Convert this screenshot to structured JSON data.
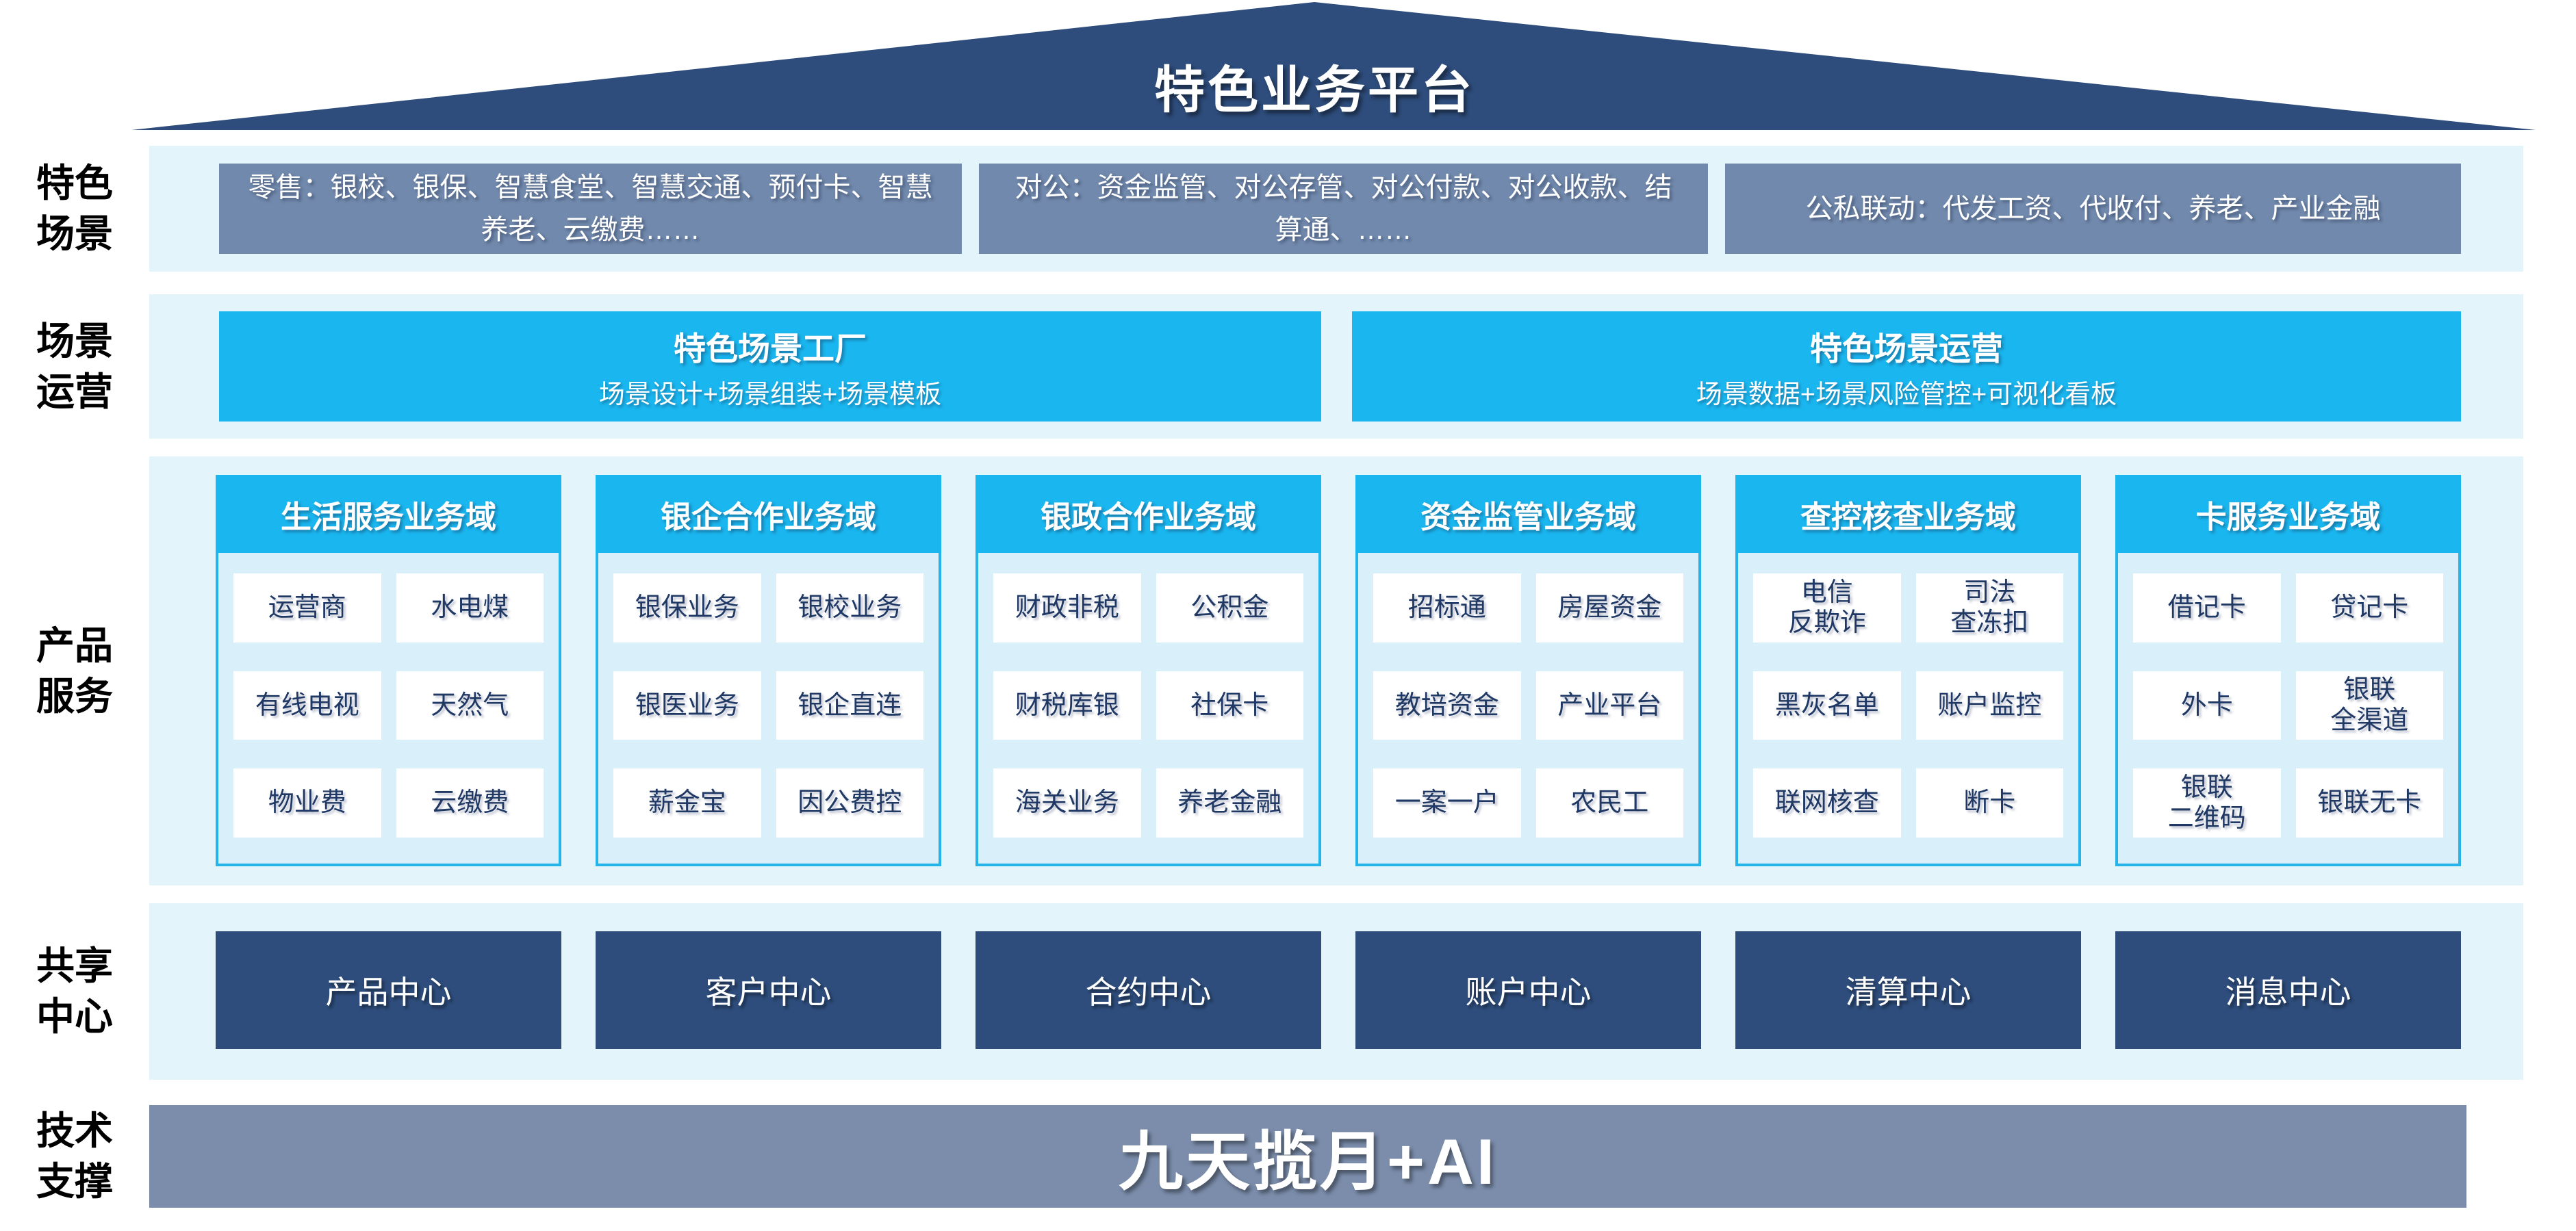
{
  "title": "特色业务平台",
  "colors": {
    "roof": "#2e4d7c",
    "band": "#e3f4fb",
    "cyan": "#1ab6ef",
    "slate_box": "#7189ac",
    "column_body": "#d9effa",
    "center_box": "#2e4d7c",
    "tech_box": "#7b8dab",
    "cell_text": "#1f3864"
  },
  "rows": {
    "scenes": {
      "label": "特色\n场景",
      "boxes": [
        "零售：银校、银保、智慧食堂、智慧交通、预付卡、智慧养老、云缴费……",
        "对公：资金监管、对公存管、对公付款、对公收款、结算通、……",
        "公私联动：代发工资、代收付、养老、产业金融"
      ]
    },
    "operations": {
      "label": "场景\n运营",
      "boxes": [
        {
          "title": "特色场景工厂",
          "subtitle": "场景设计+场景组装+场景模板"
        },
        {
          "title": "特色场景运营",
          "subtitle": "场景数据+场景风险管控+可视化看板"
        }
      ]
    },
    "products": {
      "label": "产品\n服务",
      "columns": [
        {
          "title": "生活服务业务域",
          "cells": [
            "运营商",
            "水电煤",
            "有线电视",
            "天然气",
            "物业费",
            "云缴费"
          ]
        },
        {
          "title": "银企合作业务域",
          "cells": [
            "银保业务",
            "银校业务",
            "银医业务",
            "银企直连",
            "薪金宝",
            "因公费控"
          ]
        },
        {
          "title": "银政合作业务域",
          "cells": [
            "财政非税",
            "公积金",
            "财税库银",
            "社保卡",
            "海关业务",
            "养老金融"
          ]
        },
        {
          "title": "资金监管业务域",
          "cells": [
            "招标通",
            "房屋资金",
            "教培资金",
            "产业平台",
            "一案一户",
            "农民工"
          ]
        },
        {
          "title": "查控核查业务域",
          "cells": [
            "电信\n反欺诈",
            "司法\n查冻扣",
            "黑灰名单",
            "账户监控",
            "联网核查",
            "断卡"
          ]
        },
        {
          "title": "卡服务业务域",
          "cells": [
            "借记卡",
            "贷记卡",
            "外卡",
            "银联\n全渠道",
            "银联\n二维码",
            "银联无卡"
          ]
        }
      ]
    },
    "centers": {
      "label": "共享\n中心",
      "boxes": [
        "产品中心",
        "客户中心",
        "合约中心",
        "账户中心",
        "清算中心",
        "消息中心"
      ]
    },
    "tech": {
      "label": "技术\n支撑",
      "box": "九天揽月+AI"
    }
  }
}
